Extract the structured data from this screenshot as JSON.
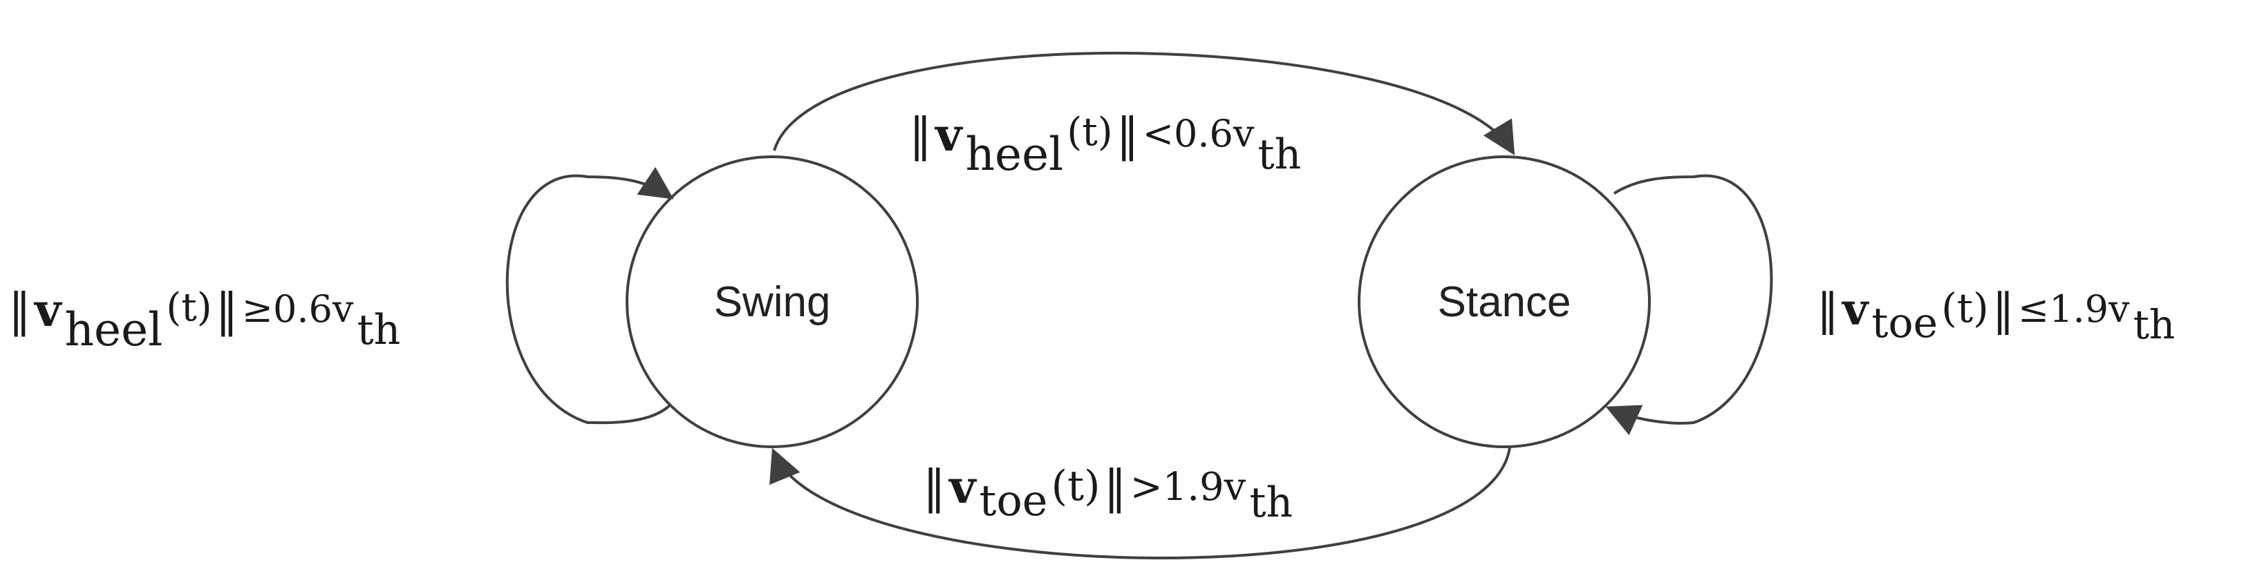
{
  "states": {
    "swing": "Swing",
    "stance": "Stance"
  },
  "transitions": {
    "swing_to_stance": {
      "norm_open": "‖",
      "vector": "v",
      "subscript": "heel",
      "argument": "(t)",
      "norm_close": "‖",
      "relation": "<0.6v",
      "threshold_sub": "th"
    },
    "stance_to_swing": {
      "norm_open": "‖",
      "vector": "v",
      "subscript": "toe",
      "argument": "(t)",
      "norm_close": "‖",
      "relation": ">1.9v",
      "threshold_sub": "th"
    },
    "swing_self": {
      "norm_open": "‖",
      "vector": "v",
      "subscript": "heel",
      "argument": "(t)",
      "norm_close": "‖",
      "relation": "≥0.6v",
      "threshold_sub": "th"
    },
    "stance_self": {
      "norm_open": "‖",
      "vector": "v",
      "subscript": "toe",
      "argument": "(t)",
      "norm_close": "‖",
      "relation": "≤1.9v",
      "threshold_sub": "th"
    }
  },
  "colors": {
    "stroke": "#404040",
    "text": "#1a1a1a"
  }
}
